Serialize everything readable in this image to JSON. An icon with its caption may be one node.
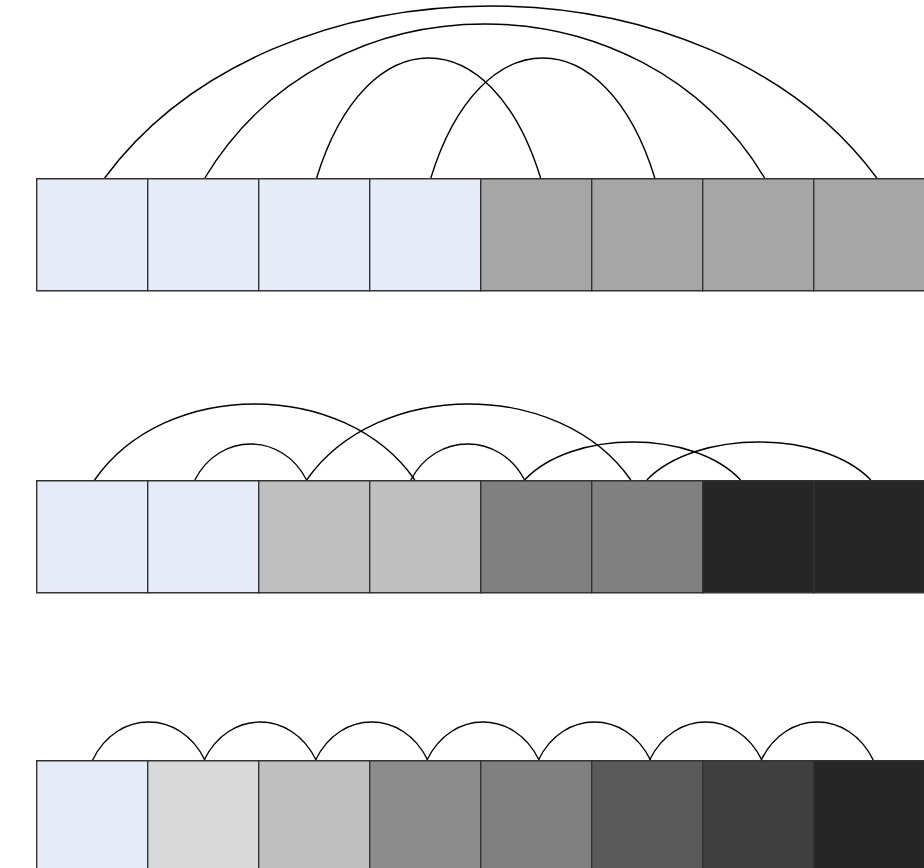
{
  "diagram": {
    "nodes": [
      {
        "text": [],
        "shape": "box"
      },
      {
        "text": [],
        "shape": "box"
      },
      {
        "text": [],
        "shape": "box"
      },
      {
        "text": [],
        "shape": "box"
      },
      {
        "text": [],
        "shape": "box"
      },
      {
        "text": [],
        "shape": "box"
      },
      {
        "text": [],
        "shape": "box"
      },
      {
        "text": [],
        "shape": "box"
      },
      {
        "text": [],
        "shape": "box"
      },
      {
        "text": [],
        "shape": "box"
      },
      {
        "text": [],
        "shape": "box"
      },
      {
        "text": [],
        "shape": "box"
      },
      {
        "text": [],
        "shape": "box"
      },
      {
        "text": [],
        "shape": "box"
      },
      {
        "text": [],
        "shape": "box"
      },
      {
        "text": [],
        "shape": "box"
      },
      {
        "text": [],
        "shape": "box"
      },
      {
        "text": [],
        "shape": "box"
      },
      {
        "text": [],
        "shape": "box"
      },
      {
        "text": [],
        "shape": "box"
      },
      {
        "text": [],
        "shape": "box"
      },
      {
        "text": [],
        "shape": "box"
      },
      {
        "text": [],
        "shape": "box"
      },
      {
        "text": [],
        "shape": "box"
      }
    ],
    "edges": [
      {
        "from": 0,
        "to": 7,
        "arrow": "none"
      },
      {
        "from": 1,
        "to": 6,
        "arrow": "none"
      },
      {
        "from": 2,
        "to": 4,
        "arrow": "none"
      },
      {
        "from": 3,
        "to": 5,
        "arrow": "none"
      },
      {
        "from": 8,
        "to": 11,
        "arrow": "none"
      },
      {
        "from": 9,
        "to": 10,
        "arrow": "none"
      },
      {
        "from": 10,
        "to": 13,
        "arrow": "none"
      },
      {
        "from": 11,
        "to": 12,
        "arrow": "none"
      },
      {
        "from": 12,
        "to": 14,
        "arrow": "none"
      },
      {
        "from": 13,
        "to": 15,
        "arrow": "none"
      },
      {
        "from": 16,
        "to": 17,
        "arrow": "none"
      },
      {
        "from": 17,
        "to": 18,
        "arrow": "none"
      },
      {
        "from": 18,
        "to": 19,
        "arrow": "none"
      },
      {
        "from": 19,
        "to": 20,
        "arrow": "none"
      },
      {
        "from": 20,
        "to": 21,
        "arrow": "none"
      },
      {
        "from": 21,
        "to": 22,
        "arrow": "none"
      },
      {
        "from": 22,
        "to": 23,
        "arrow": "none"
      }
    ]
  }
}
